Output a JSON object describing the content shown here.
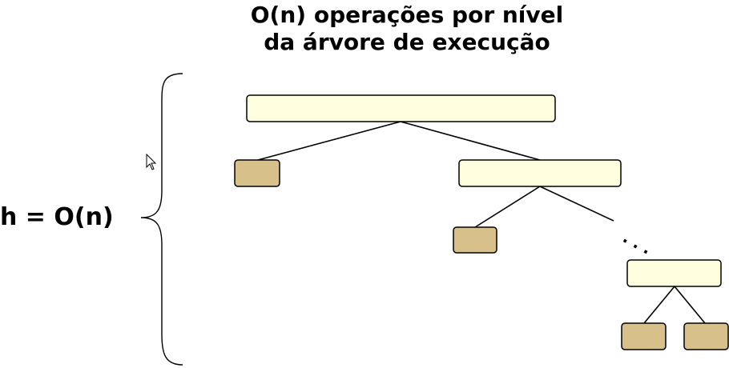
{
  "diagram": {
    "title_line_1": "O(n) operações por nível",
    "title_line_2": "da árvore de execução",
    "height_label": "h = O(n)",
    "ellipsis": ". . .",
    "colors": {
      "partition_fill": "#ffffe0",
      "leaf_fill": "#d8c08a",
      "stroke": "#000000"
    },
    "icons": [
      "mouse-cursor-icon"
    ]
  }
}
